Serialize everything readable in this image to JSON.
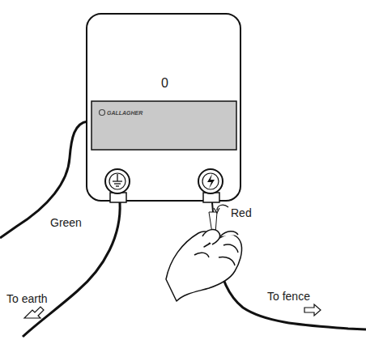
{
  "diagram": {
    "labels": [
      "0",
      "GALLAGHER",
      "Green",
      "Red",
      "To earth",
      "To fence"
    ]
  }
}
